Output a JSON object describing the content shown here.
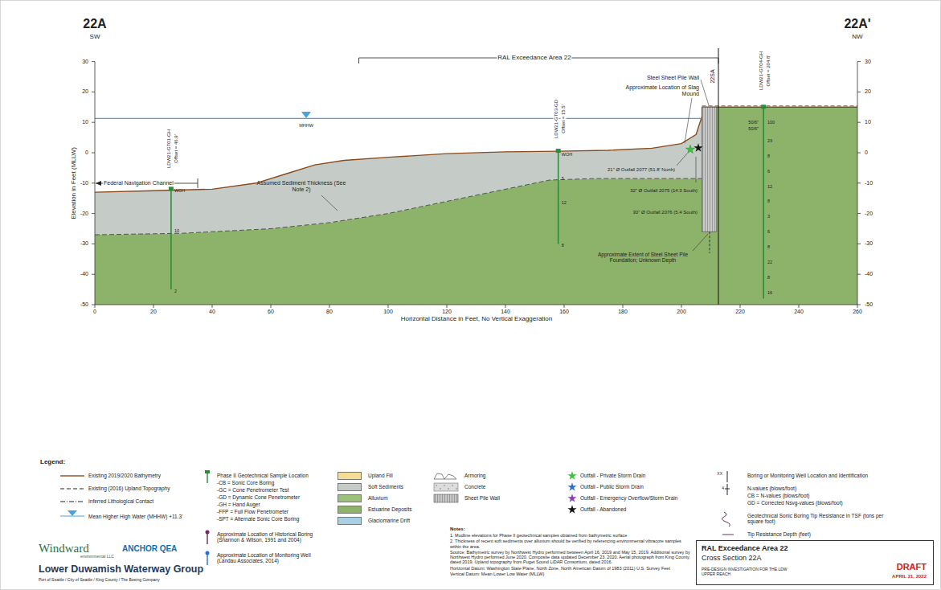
{
  "diagram": {
    "nodes": [
      {
        "text": [
          "RAL Exceedance Area 22",
          "Cross Section 22A",
          "PRE-DESIGN INVESTIGATION FOR THE LDW UPPER REACH",
          "DRAFT",
          "APRIL 21, 2022"
        ]
      }
    ],
    "labels": [
      "22A",
      "SW",
      "22A'",
      "NW",
      "30",
      "20",
      "10",
      "0",
      "-10",
      "-20",
      "-30",
      "-40",
      "-50",
      "30",
      "20",
      "10",
      "0",
      "-10",
      "-20",
      "-30",
      "-40",
      "-50",
      "0",
      "20",
      "40",
      "60",
      "80",
      "100",
      "120",
      "140",
      "160",
      "180",
      "200",
      "220",
      "240",
      "260",
      "Horizontal Distance in Feet, No Vertical Exaggeration",
      "Elevation in Feet (MLLW)",
      "RAL Exceedance Area 22",
      "22SA",
      "Steel Sheet Pile Wall",
      "Approximate Location of Slag Mound",
      "MHHW",
      "Assumed Sediment Thickness (See Note 2)",
      "Federal Navigation Channel",
      "LDW21-GT01-GH",
      "Offset = 46.9'",
      "WOH",
      "10",
      "2",
      "LDW21-GT03-GD",
      "Offset = 15.5'",
      "WOH",
      "5",
      "12",
      "8",
      "LDW21-GT04-GH",
      "Offset = 204.8'",
      "50/6\"",
      "50/6\"",
      "100",
      "23",
      "8",
      "6",
      "12",
      "8",
      "3",
      "6",
      "8",
      "22",
      "8",
      "16",
      "21\" Ø Outfall 2077 (51.8' North)",
      "32\" Ø Outfall 2075 (14.3 South)",
      "30\" Ø Outfall 2076 (5.4 South)",
      "Approximate Extent of Steel Sheet Pile Foundation; Unknown Depth",
      "Legend:",
      "XX",
      "4",
      "Notes:",
      "1. Mudline elevations for Phase II geotechnical samples obtained from bathymetric surface",
      "2. Thickness of recent soft sediments over alluvium should be verified by referencing environmental vibracore samples within the area.",
      "Source: Bathymetric survey by Northwest Hydro performed between April 16, 2019 and May 15, 2019. Additional survey by Northwest Hydro performed June 2020. Composite data updated December 23, 2020. Aerial photograph from King County, dated 2019. Upland topography from Puget Sound LiDAR Consortium, dated 2016.",
      "Horizontal Datum: Washington State Plane, North Zone, North American Datum of 1983 (2011) U.S. Survey Feet",
      "Vertical Datum: Mean Lower Low Water (MLLW)",
      "Windward",
      "environmental LLC",
      "ANCHOR QEA",
      "Lower Duwamish Waterway Group",
      "Port of Seattle / City of Seattle / King County / The Boeing Company"
    ],
    "legend": [
      {
        "text": "Existing 2019/2020 Bathymetry"
      },
      {
        "text": "Existing (2016) Upland Topography"
      },
      {
        "text": "Inferred Lithological Contact"
      },
      {
        "text": "Mean Higher High Water (MHHW) +11.3'"
      },
      {
        "text": "Phase II Geotechnical Sample Location"
      },
      {
        "text": "-CB = Sonic Core Boring"
      },
      {
        "text": "-GC = Cone Penetrometer Test"
      },
      {
        "text": "-GD = Dynamic Cone Penetrometer"
      },
      {
        "text": "-GH = Hand Auger"
      },
      {
        "text": "-FFP = Full Flow Penetrometer"
      },
      {
        "text": "-SPT = Alternate Sonic Core Boring"
      },
      {
        "text": "Approximate Location of Historical Boring (Shannon & Wilson, 1991 and 2004)"
      },
      {
        "text": "Approximate Location of Monitoring Well (Landau Associates, 2014)"
      },
      {
        "text": "Upland Fill",
        "color": "#f3dc95"
      },
      {
        "text": "Soft Sediments",
        "color": "#c5ccc8"
      },
      {
        "text": "Alluvium",
        "color": "#9dc07a"
      },
      {
        "text": "Estuarine Deposits",
        "color": "#8db36b"
      },
      {
        "text": "Glaciomarine Drift",
        "color": "#a7cfe6"
      },
      {
        "text": "Armoring"
      },
      {
        "text": "Concrete"
      },
      {
        "text": "Sheet Pile Wall"
      },
      {
        "text": "Outfall - Private Storm Drain"
      },
      {
        "text": "Outfall - Public Storm Drain"
      },
      {
        "text": "Outfall - Emergency Overflow/Storm Drain"
      },
      {
        "text": "Outfall - Abandoned"
      },
      {
        "text": "Boring or Monitoring Well Location and Identification"
      },
      {
        "text": "N-values (blows/foot)"
      },
      {
        "text": "CB = N-values (blows/foot)"
      },
      {
        "text": "GD = Corrected Nsvg-values (blows/foot)"
      },
      {
        "text": "Geotechnical Sonic Boring Tip Resistance in TSF (tons per square foot)"
      },
      {
        "text": "Tip Resistance Depth (feet)"
      }
    ]
  }
}
